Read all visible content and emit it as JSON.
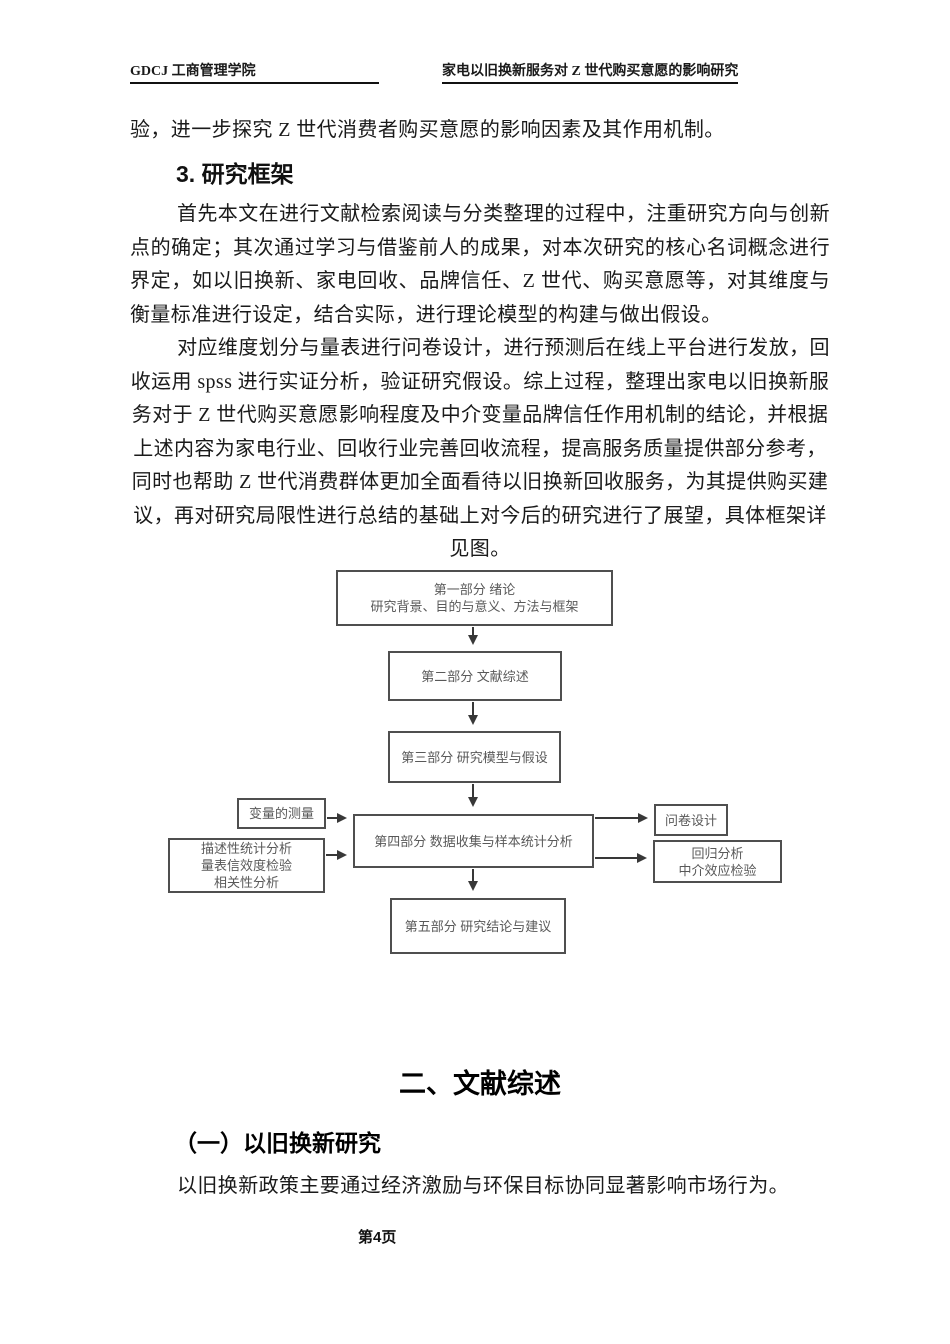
{
  "header": {
    "left": "GDCJ 工商管理学院",
    "right": "家电以旧换新服务对 Z 世代购买意愿的影响研究"
  },
  "body": {
    "carryover_line": "验，进一步探究 Z 世代消费者购买意愿的影响因素及其作用机制。",
    "section3_title": "3. 研究框架",
    "para1": "首先本文在进行文献检索阅读与分类整理的过程中，注重研究方向与创新点的确定；其次通过学习与借鉴前人的成果，对本次研究的核心名词概念进行界定，如以旧换新、家电回收、品牌信任、Z 世代、购买意愿等，对其维度与衡量标准进行设定，结合实际，进行理论模型的构建与做出假设。",
    "para2": "对应维度划分与量表进行问卷设计，进行预测后在线上平台进行发放，回收运用 spss 进行实证分析，验证研究假设。综上过程，整理出家电以旧换新服务对于 Z 世代购买意愿影响程度及中介变量品牌信任作用机制的结论，并根据上述内容为家电行业、回收行业完善回收流程，提高服务质量提供部分参考，同时也帮助 Z 世代消费群体更加全面看待以旧换新回收服务，为其提供购买建议，再对研究局限性进行总结的基础上对今后的研究进行了展望，具体框架详见图。"
  },
  "flowchart": {
    "border_color": "#4f4f4f",
    "text_color": "#595959",
    "arrow_color": "#383838",
    "boxes": {
      "part1": {
        "lines": [
          "第一部分 绪论",
          "研究背景、目的与意义、方法与框架"
        ]
      },
      "part2": {
        "lines": [
          "第二部分 文献综述"
        ]
      },
      "part3": {
        "lines": [
          "第三部分 研究模型与假设"
        ]
      },
      "part4": {
        "lines": [
          "第四部分 数据收集与样本统计分析"
        ]
      },
      "left_top": {
        "lines": [
          "变量的测量"
        ]
      },
      "left_bottom": {
        "lines": [
          "描述性统计分析",
          "量表信效度检验",
          "相关性分析"
        ]
      },
      "right_top": {
        "lines": [
          "问卷设计"
        ]
      },
      "right_bottom": {
        "lines": [
          "回归分析",
          "中介效应检验"
        ]
      },
      "part5": {
        "lines": [
          "第五部分 研究结论与建议"
        ]
      }
    }
  },
  "section2": {
    "title": "二、文献综述",
    "sub1_title": "（一）以旧换新研究",
    "para": "以旧换新政策主要通过经济激励与环保目标协同显著影响市场行为。"
  },
  "footer": {
    "page_label": "第4页"
  }
}
